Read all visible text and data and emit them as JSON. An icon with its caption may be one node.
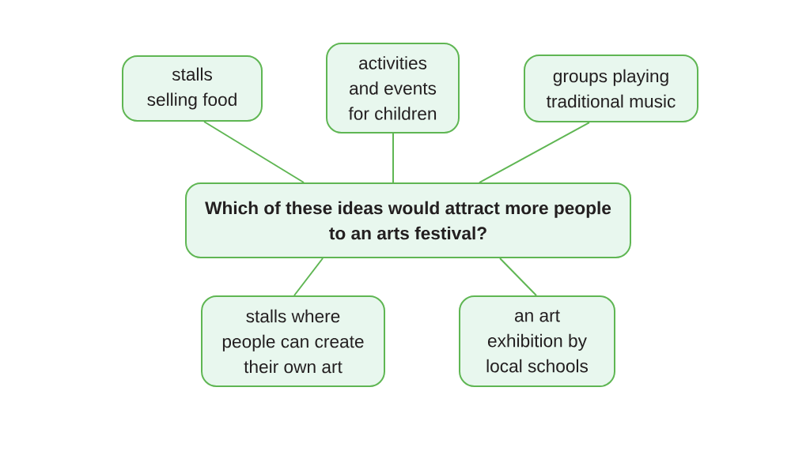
{
  "diagram": {
    "nodes": [
      {
        "text": [
          "stalls selling food"
        ]
      },
      {
        "text": [
          "activities and events for children"
        ]
      },
      {
        "text": [
          "groups playing traditional music"
        ]
      },
      {
        "text": [
          "Which of these ideas would attract more people to an arts festival?"
        ]
      },
      {
        "text": [
          "stalls where people can create their own art"
        ]
      },
      {
        "text": [
          "an art exhibition by local schools"
        ]
      }
    ],
    "edges": [
      {
        "from": 3,
        "to": 0,
        "arrow": "none"
      },
      {
        "from": 3,
        "to": 1,
        "arrow": "none"
      },
      {
        "from": 3,
        "to": 2,
        "arrow": "none"
      },
      {
        "from": 3,
        "to": 4,
        "arrow": "none"
      },
      {
        "from": 3,
        "to": 5,
        "arrow": "none"
      }
    ]
  }
}
